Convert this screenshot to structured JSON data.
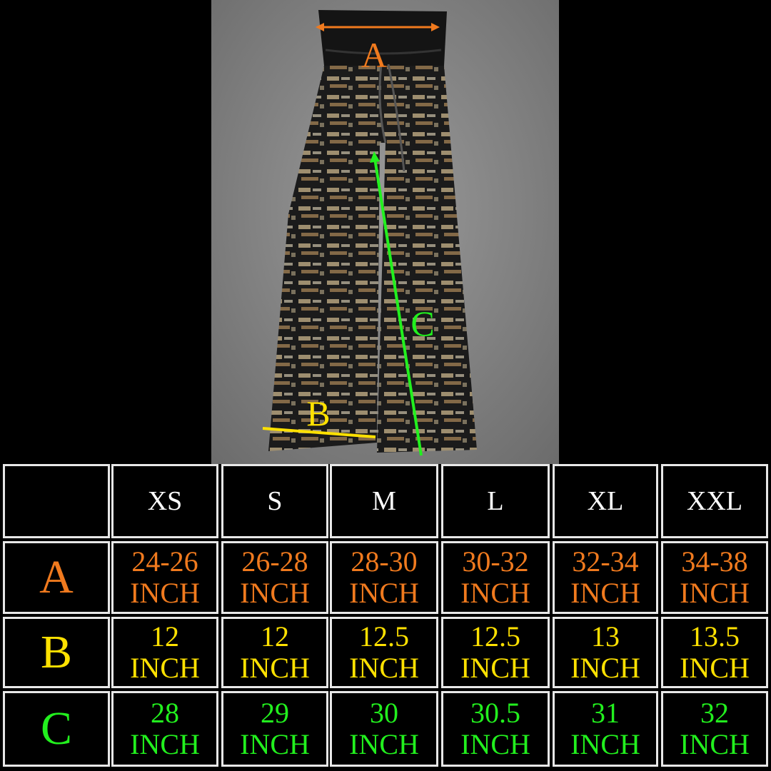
{
  "photo": {
    "labels": {
      "a": "A",
      "b": "B",
      "c": "C"
    },
    "colors": {
      "a": "#f07a1e",
      "b": "#ffe100",
      "c": "#22f01e"
    }
  },
  "table": {
    "sizes": [
      "XS",
      "S",
      "M",
      "L",
      "XL",
      "XXL"
    ],
    "rows": [
      {
        "label": "A",
        "values": [
          "24-26",
          "26-28",
          "28-30",
          "30-32",
          "32-34",
          "34-38"
        ],
        "unit": "INCH"
      },
      {
        "label": "B",
        "values": [
          "12",
          "12",
          "12.5",
          "12.5",
          "13",
          "13.5"
        ],
        "unit": "INCH"
      },
      {
        "label": "C",
        "values": [
          "28",
          "29",
          "30",
          "30.5",
          "31",
          "32"
        ],
        "unit": "INCH"
      }
    ]
  }
}
